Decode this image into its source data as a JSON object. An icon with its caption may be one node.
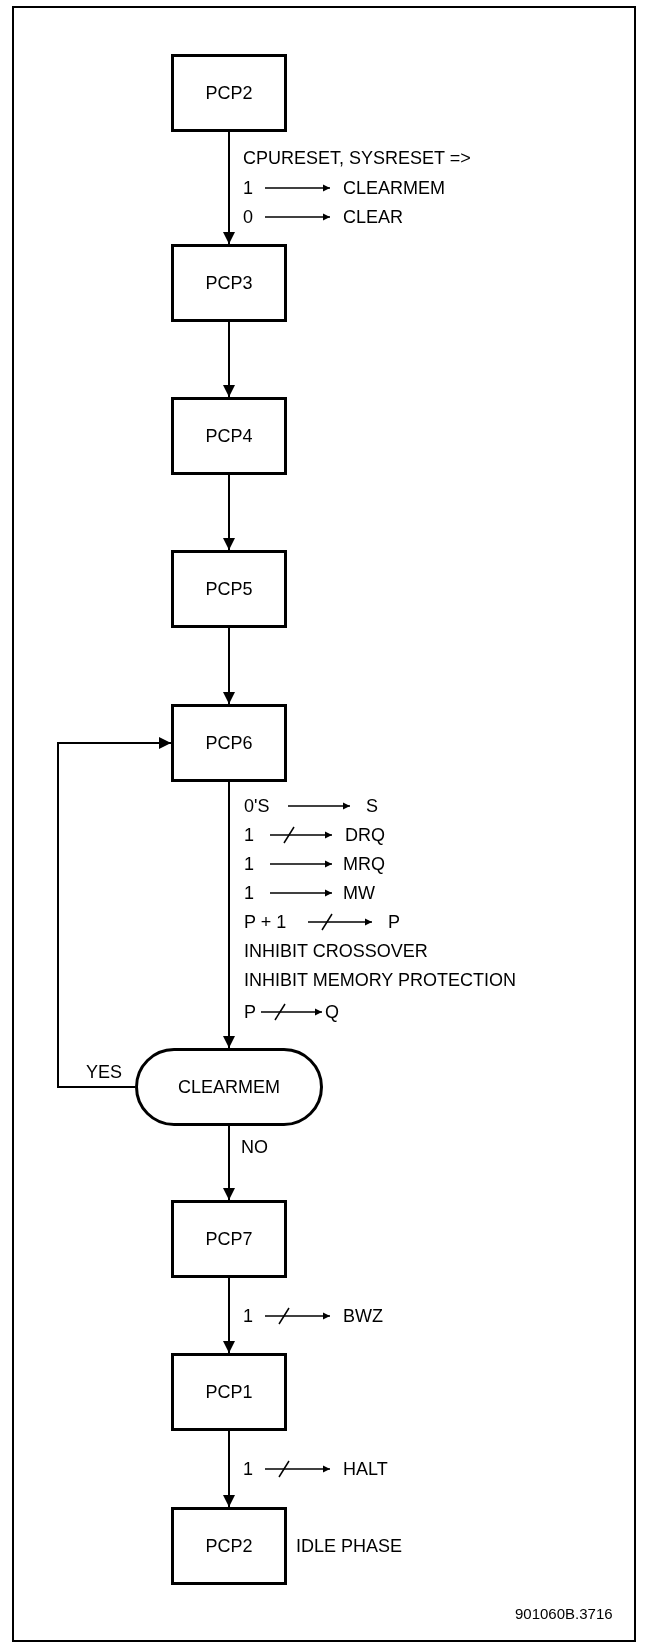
{
  "diagram": {
    "nodes": [
      {
        "text": [
          "PCP2"
        ]
      },
      {
        "text": [
          "PCP3"
        ]
      },
      {
        "text": [
          "PCP4"
        ]
      },
      {
        "text": [
          "PCP5"
        ]
      },
      {
        "text": [
          "PCP6"
        ]
      },
      {
        "text": [
          "CLEARMEM"
        ]
      },
      {
        "text": [
          "PCP7"
        ]
      },
      {
        "text": [
          "PCP1"
        ]
      },
      {
        "text": [
          "PCP2"
        ],
        "beside": [
          "IDLE PHASE"
        ]
      }
    ],
    "edges": [
      {
        "from": 0,
        "to": 1,
        "arrow": "to"
      },
      {
        "from": 1,
        "to": 2,
        "arrow": "to"
      },
      {
        "from": 2,
        "to": 3,
        "arrow": "to"
      },
      {
        "from": 3,
        "to": 4,
        "arrow": "to"
      },
      {
        "from": 4,
        "to": 5,
        "arrow": "to"
      },
      {
        "from": 5,
        "to": 4,
        "arrow": "to",
        "label": "YES"
      },
      {
        "from": 5,
        "to": 6,
        "arrow": "to",
        "label": "NO"
      },
      {
        "from": 6,
        "to": 7,
        "arrow": "to"
      },
      {
        "from": 7,
        "to": 8,
        "arrow": "to"
      }
    ],
    "labels": [
      "CPURESET, SYSRESET =>",
      "1",
      "CLEARMEM",
      "0",
      "CLEAR",
      "0'S",
      "S",
      "1",
      "DRQ",
      "1",
      "MRQ",
      "1",
      "MW",
      "P + 1",
      "P",
      "INHIBIT CROSSOVER",
      "INHIBIT MEMORY PROTECTION",
      "P",
      "Q",
      "1",
      "BWZ",
      "1",
      "HALT",
      "901060B.3716"
    ]
  }
}
